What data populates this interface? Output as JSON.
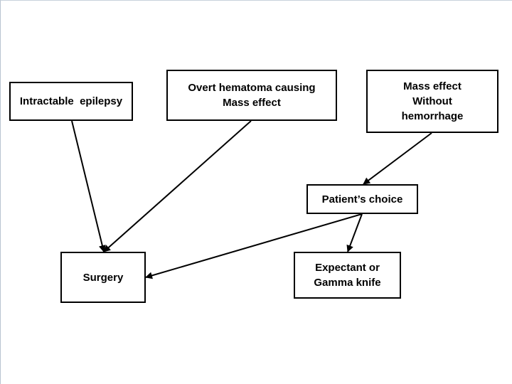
{
  "diagram": {
    "nodes": {
      "intractable_epilepsy": {
        "lines": [
          "Intractable  epilepsy"
        ]
      },
      "overt_hematoma": {
        "lines": [
          "Overt hematoma causing",
          "Mass effect"
        ]
      },
      "mass_effect_no_hemorrhage": {
        "lines": [
          "Mass effect",
          "Without",
          "hemorrhage"
        ]
      },
      "patients_choice": {
        "lines": [
          "Patient’s choice"
        ]
      },
      "surgery": {
        "lines": [
          "Surgery"
        ]
      },
      "expectant_gamma_knife": {
        "lines": [
          "Expectant or",
          "Gamma knife"
        ]
      }
    },
    "edges": [
      {
        "from": "intractable_epilepsy",
        "to": "surgery"
      },
      {
        "from": "overt_hematoma",
        "to": "surgery"
      },
      {
        "from": "mass_effect_no_hemorrhage",
        "to": "patients_choice"
      },
      {
        "from": "patients_choice",
        "to": "surgery"
      },
      {
        "from": "patients_choice",
        "to": "expectant_gamma_knife"
      }
    ]
  }
}
